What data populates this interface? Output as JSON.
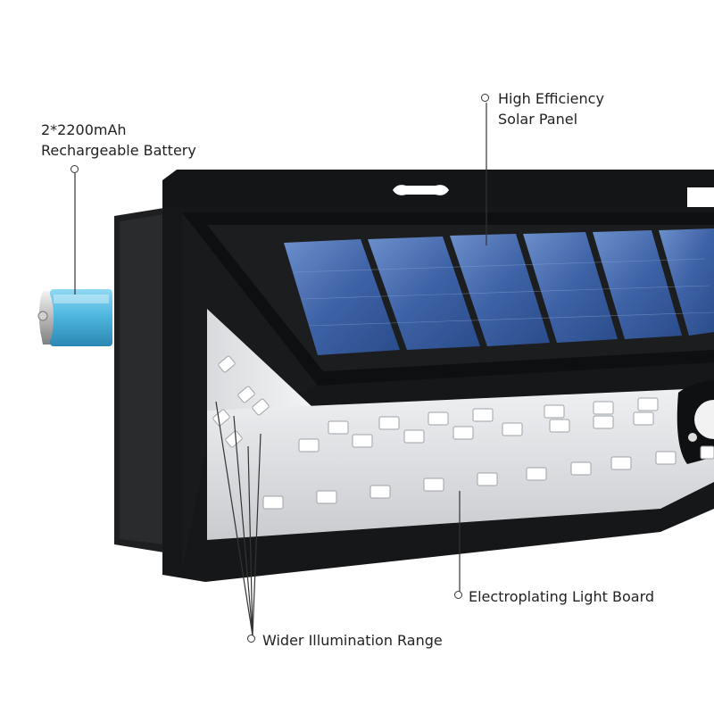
{
  "callouts": {
    "battery": {
      "line1": "2*2200mAh",
      "line2": "Rechargeable Battery"
    },
    "solar_panel": {
      "line1": "High Efficiency",
      "line2": "Solar Panel"
    },
    "light_board": {
      "text": "Electroplating Light Board"
    },
    "illumination": {
      "text": "Wider Illumination Range"
    }
  },
  "colors": {
    "housing": "#161718",
    "solar_cell": "#3f63a8",
    "battery": "#4fb8e0",
    "led_board": "#dcdde0"
  }
}
